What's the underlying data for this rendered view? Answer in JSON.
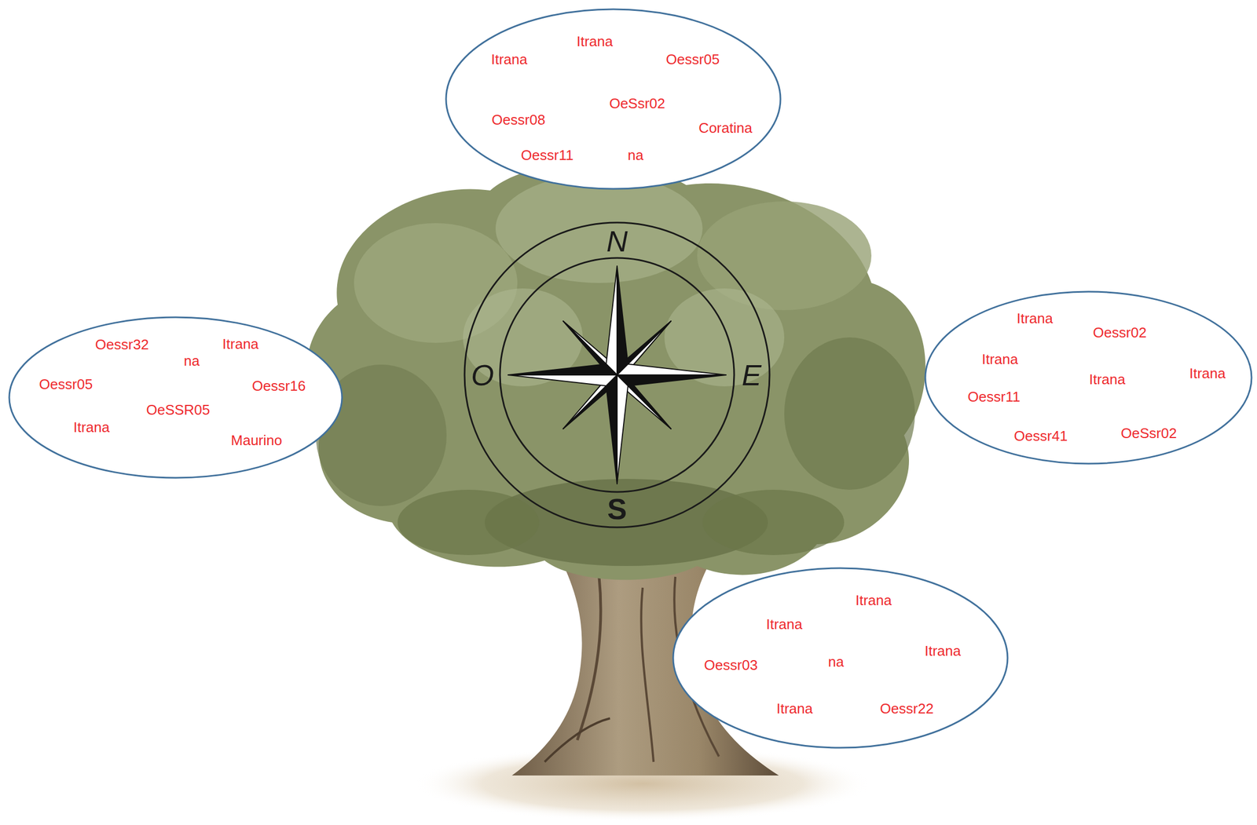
{
  "diagram": {
    "nodes": [
      {
        "text": [
          "Itrana",
          "Itrana",
          "Oessr05",
          "OeSsr02",
          "Oessr08",
          "Coratina",
          "Oessr11",
          "na"
        ]
      },
      {
        "text": [
          "Oessr32",
          "na",
          "Itrana",
          "Oessr05",
          "Oessr16",
          "OeSSR05",
          "Itrana",
          "Maurino"
        ]
      },
      {
        "text": [
          "Itrana",
          "Oessr02",
          "Itrana",
          "Itrana",
          "Itrana",
          "Oessr11",
          "Oessr41",
          "OeSsr02"
        ]
      },
      {
        "text": [
          "Itrana",
          "Itrana",
          "Itrana",
          "Oessr03",
          "na",
          "Itrana",
          "Oessr22"
        ]
      }
    ],
    "labels": [
      "N",
      "O",
      "E",
      "S"
    ]
  }
}
